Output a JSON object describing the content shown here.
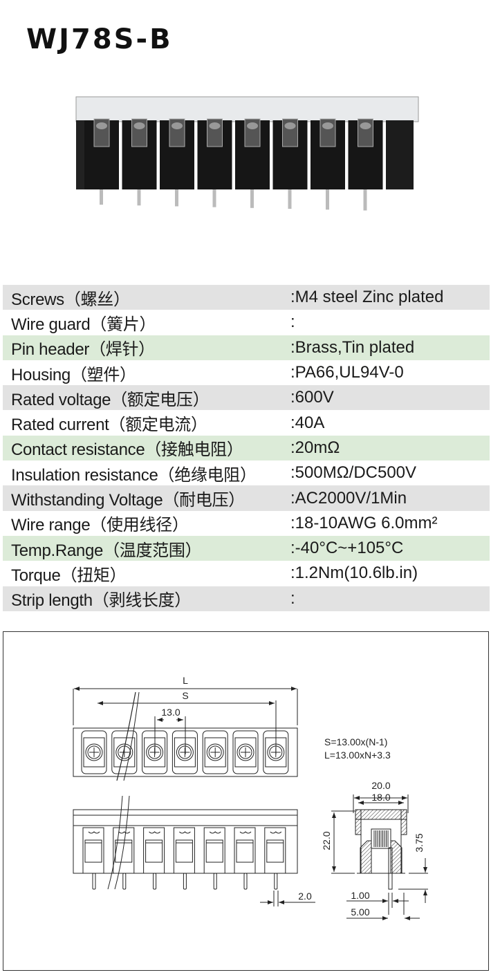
{
  "title": "WJ78S-B",
  "specs": [
    {
      "label": "Screws（螺丝）",
      "value": ":M4 steel Zinc plated",
      "bg": "gray"
    },
    {
      "label": "Wire guard（簧片）",
      "value": ":",
      "bg": "white"
    },
    {
      "label": "Pin header（焊针）",
      "value": ":Brass,Tin plated",
      "bg": "green"
    },
    {
      "label": "Housing（塑件）",
      "value": ":PA66,UL94V-0",
      "bg": "white"
    },
    {
      "label": "Rated voltage（额定电压）",
      "value": ":600V",
      "bg": "gray"
    },
    {
      "label": "Rated current（额定电流）",
      "value": ":40A",
      "bg": "white"
    },
    {
      "label": "Contact resistance（接触电阻）",
      "value": ":20mΩ",
      "bg": "green"
    },
    {
      "label": "Insulation resistance（绝缘电阻）",
      "value": ":500MΩ/DC500V",
      "bg": "white"
    },
    {
      "label": "Withstanding Voltage（耐电压）",
      "value": ":AC2000V/1Min",
      "bg": "gray"
    },
    {
      "label": "Wire range（使用线径）",
      "value": ":18-10AWG 6.0mm²",
      "bg": "white"
    },
    {
      "label": "Temp.Range（温度范围）",
      "value": ":-40°C~+105°C",
      "bg": "green"
    },
    {
      "label": "Torque（扭矩）",
      "value": ":1.2Nm(10.6lb.in)",
      "bg": "white"
    },
    {
      "label": "Strip length（剥线长度）",
      "value": ":",
      "bg": "gray"
    }
  ],
  "drawing": {
    "L": "L",
    "S": "S",
    "pitch": "13.0",
    "formula_s": "S=13.00x(N-1)",
    "formula_l": "L=13.00xN+3.3",
    "width_outer": "20.0",
    "width_inner": "18.0",
    "height": "22.0",
    "pin_offset": "3.75",
    "pin_width_side": "2.0",
    "pin_thick": "1.00",
    "pin_pos": "5.00"
  }
}
